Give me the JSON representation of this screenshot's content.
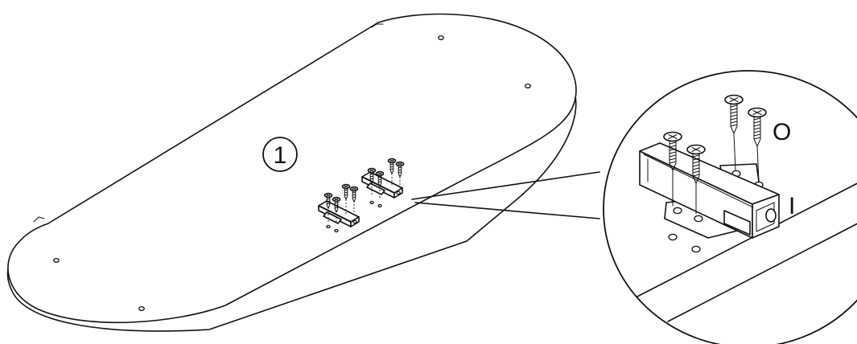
{
  "diagram": {
    "step_number": "①",
    "labels": {
      "outer": "O",
      "inner": "I"
    }
  }
}
